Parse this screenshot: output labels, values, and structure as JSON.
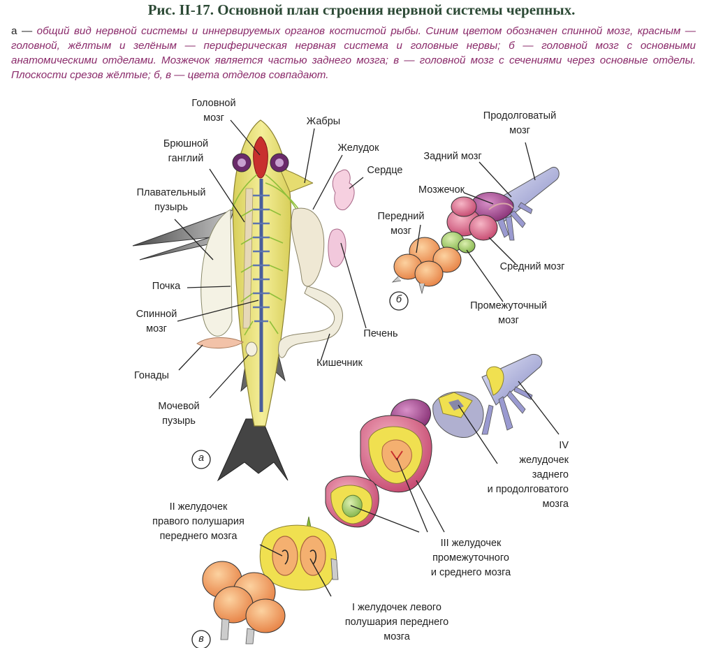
{
  "title": "Рис. II-17. Основной план строения нервной системы черепных.",
  "caption": {
    "lead": "а — ",
    "text": "общий вид нервной системы и иннервируемых органов костистой рыбы. Синим цветом обозначен спинной мозг, красным — головной, жёлтым и зелёным — периферическая нервная система и головные нервы; б — головной мозг с основными анатомическими отделами. Мозжечок является частью заднего мозга; в — головной мозг с сечениями через основные отделы. Плоскости срезов жёлтые; б, в — цвета отделов совпадают."
  },
  "panels": {
    "a": "а",
    "b": "б",
    "c": "в"
  },
  "labels_a": {
    "brain": [
      "Головной",
      "мозг"
    ],
    "gills": "Жабры",
    "stomach": "Желудок",
    "heart": "Сердце",
    "ventral_ganglion": [
      "Брюшной",
      "ганглий"
    ],
    "swim_bladder": [
      "Плавательный",
      "пузырь"
    ],
    "kidney": "Почка",
    "spinal_cord": [
      "Спинной",
      "мозг"
    ],
    "liver": "Печень",
    "intestine": "Кишечник",
    "gonads": "Гонады",
    "urinary_bladder": [
      "Мочевой",
      "пузырь"
    ]
  },
  "labels_b": {
    "medulla": [
      "Продолговатый",
      "мозг"
    ],
    "hindbrain": "Задний мозг",
    "cerebellum": "Мозжечок",
    "forebrain": [
      "Передний",
      "мозг"
    ],
    "midbrain": "Средний мозг",
    "diencephalon": [
      "Промежуточный",
      "мозг"
    ]
  },
  "labels_c": {
    "v4": [
      "IV",
      "желудочек",
      "заднего",
      "и продолговатого",
      "мозга"
    ],
    "v2": [
      "II желудочек",
      "правого полушария",
      "переднего мозга"
    ],
    "v3": [
      "III желудочек",
      "промежуточного",
      "и среднего мозга"
    ],
    "v1": [
      "I желудочек левого",
      "полушария переднего",
      "мозга"
    ]
  },
  "colors": {
    "fish_body": "#ece47a",
    "spinal": "#5d74b0",
    "brain_red": "#c8302e",
    "nerve_green": "#8fbf3a",
    "forebrain": "#f0a268",
    "diencephalon": "#a8d070",
    "midbrain": "#d86a8a",
    "cerebellum": "#a04a90",
    "medulla": "#9a9ad0",
    "section_yellow": "#f0e050",
    "title": "#2d4a36",
    "caption": "#8a2a6a"
  }
}
